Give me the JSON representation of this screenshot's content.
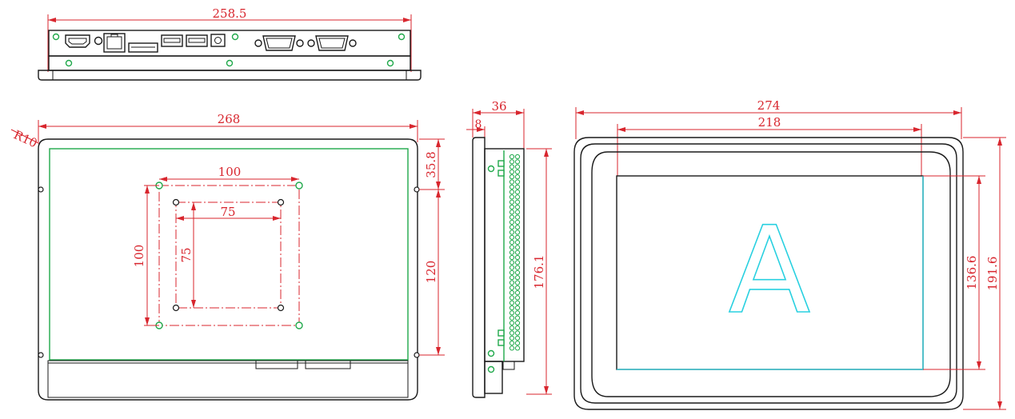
{
  "colors": {
    "dimension": "#d8262e",
    "outline": "#1a1a1a",
    "board": "#1fa84a",
    "display": "#28d0e0"
  },
  "top_view": {
    "dim_width": "258.5"
  },
  "back_view": {
    "dim_radius": "R10",
    "dim_width": "268",
    "dim_vesa_outer_w": "100",
    "dim_vesa_outer_h": "100",
    "dim_vesa_inner_w": "75",
    "dim_vesa_inner_h": "75",
    "dim_top_offset": "35.8",
    "dim_hole_spacing": "120"
  },
  "side_view": {
    "dim_depth": "36",
    "dim_bezel": "8",
    "dim_height": "176.1"
  },
  "front_view": {
    "dim_width": "274",
    "dim_display_w": "218",
    "dim_display_h": "136.6",
    "dim_height": "191.6",
    "display_letter": "A"
  }
}
